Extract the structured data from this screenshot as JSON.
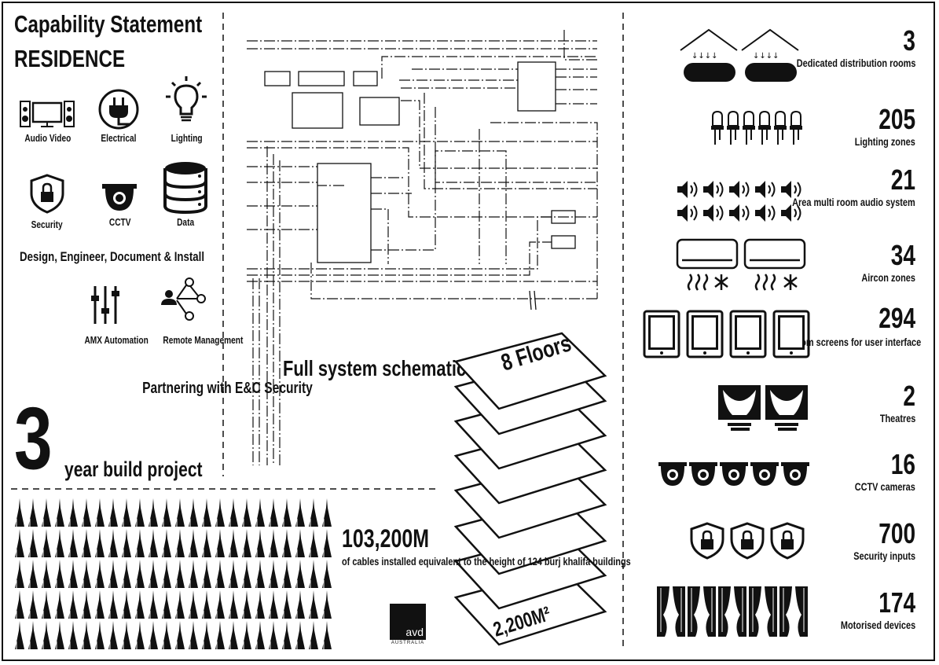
{
  "header": {
    "title": "Capability Statement",
    "subtitle": "RESIDENCE"
  },
  "services": [
    {
      "label": "Audio Video"
    },
    {
      "label": "Electrical"
    },
    {
      "label": "Lighting"
    },
    {
      "label": "Security"
    },
    {
      "label": "CCTV"
    },
    {
      "label": "Data"
    },
    {
      "label": "AMX\nAutomation"
    },
    {
      "label": "Remote\nManagement"
    }
  ],
  "design_text": "Design, Engineer,\nDocument\n& Install",
  "partner_text": "Partnering with\nE&C Security",
  "build": {
    "number": "3",
    "text": "year build project"
  },
  "schematics_label": "Full system\nschematics",
  "floors": {
    "top_label": "8 Floors",
    "bottom_label": "2,200M²"
  },
  "cables": {
    "value": "103,200M",
    "text": "of cables installed\nequivalent to the height\nof 124 burj khalifa\nbuildings"
  },
  "logo": {
    "mark": "avd",
    "sub": "AUSTRALIA"
  },
  "stats": [
    {
      "value": "3",
      "label": "Dedicated\ndistribution rooms",
      "icon": "distribution-room-icon"
    },
    {
      "value": "205",
      "label": "Lighting zones",
      "icon": "led-icon"
    },
    {
      "value": "21",
      "label": "Area multi room\naudio system",
      "icon": "speaker-icon"
    },
    {
      "value": "34",
      "label": "Aircon zones",
      "icon": "aircon-icon"
    },
    {
      "value": "294",
      "label": "Custom screens for\nuser interface",
      "icon": "tablet-icon"
    },
    {
      "value": "2",
      "label": "Theatres",
      "icon": "theatre-icon"
    },
    {
      "value": "16",
      "label": "CCTV cameras",
      "icon": "cctv-icon"
    },
    {
      "value": "700",
      "label": "Security inputs",
      "icon": "security-lock-icon"
    },
    {
      "value": "174",
      "label": "Motorised devices",
      "icon": "curtain-icon"
    }
  ]
}
